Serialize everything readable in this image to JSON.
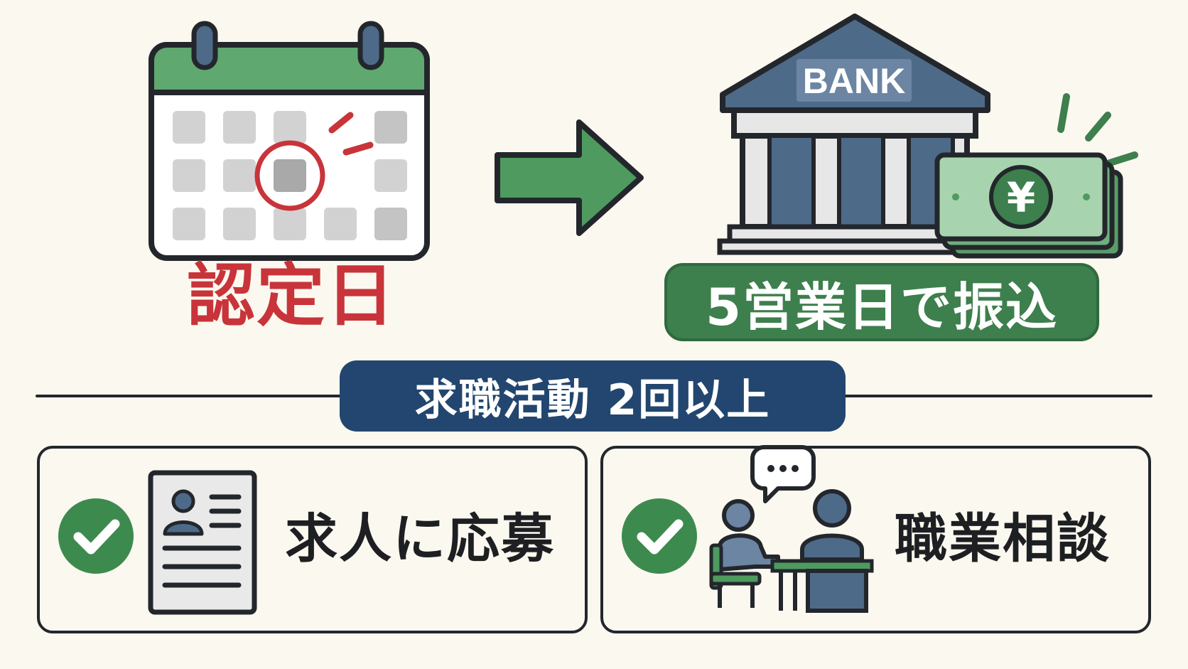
{
  "left_group": {
    "calendar_icon": "calendar-icon",
    "label": "認定日"
  },
  "right_group": {
    "bank_sign": "BANK",
    "currency_symbol": "¥",
    "label": "5営業日で振込"
  },
  "section": {
    "heading": "求職活動 2回以上"
  },
  "cards": [
    {
      "icon": "resume-icon",
      "label": "求人に応募"
    },
    {
      "icon": "consultation-icon",
      "label": "職業相談"
    }
  ],
  "colors": {
    "green": "#4f9a5f",
    "dark_green": "#3d7f4d",
    "red": "#c8343a",
    "navy": "#22466f",
    "slate": "#4e6a89",
    "outline": "#23272c",
    "background": "#fbf8ef"
  }
}
